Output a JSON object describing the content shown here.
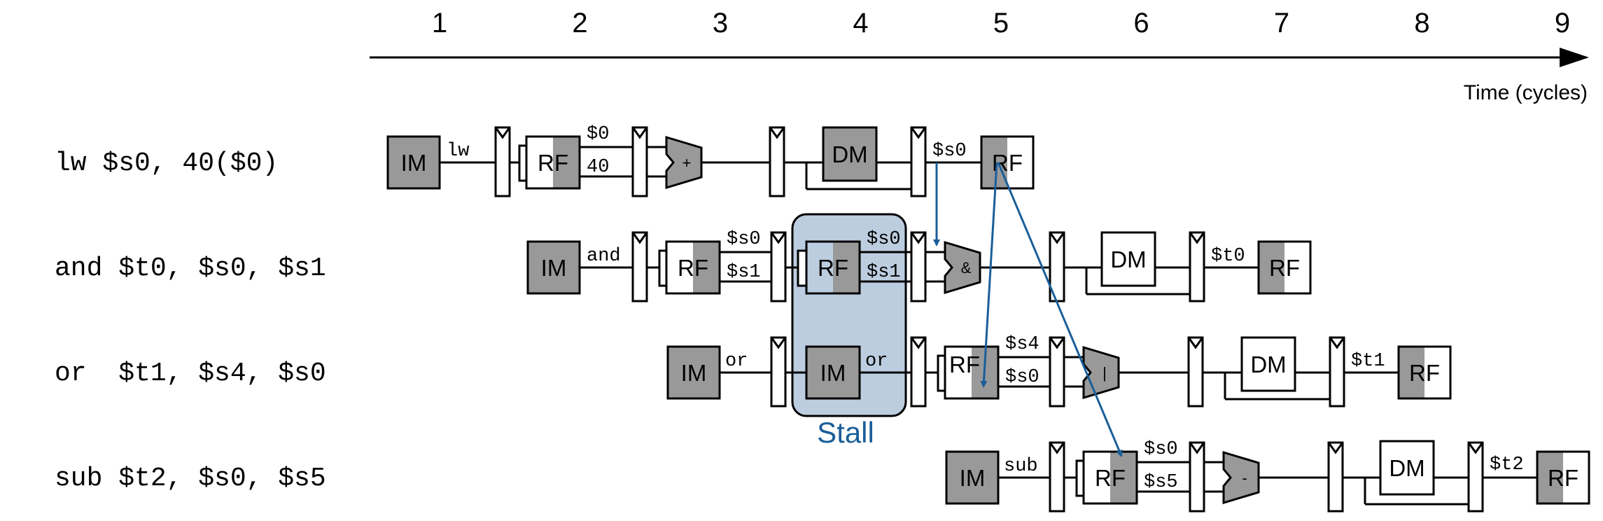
{
  "time_axis": {
    "label": "Time (cycles)",
    "cycles": [
      "1",
      "2",
      "3",
      "4",
      "5",
      "6",
      "7",
      "8",
      "9"
    ]
  },
  "instructions": [
    {
      "text": "lw $s0, 40($0)",
      "opcode": "lw",
      "reg_read": [
        "$0",
        "40"
      ],
      "alu_op": "+",
      "writeback": "$s0"
    },
    {
      "text": "and $t0, $s0, $s1",
      "opcode": "and",
      "reg_read": [
        "$s0",
        "$s1"
      ],
      "alu_op": "&",
      "writeback": "$t0"
    },
    {
      "text": "or  $t1, $s4, $s0",
      "opcode": "or",
      "reg_read": [
        "$s4",
        "$s0"
      ],
      "alu_op": "|",
      "writeback": "$t1"
    },
    {
      "text": "sub $t2, $s0, $s5",
      "opcode": "sub",
      "reg_read": [
        "$s0",
        "$s5"
      ],
      "alu_op": "-",
      "writeback": "$t2"
    }
  ],
  "stall_instructions": [
    {
      "row": 1,
      "reg_read": [
        "$s0",
        "$s1"
      ]
    },
    {
      "row": 2,
      "opcode": "or"
    }
  ],
  "blocks": {
    "imem": "IM",
    "regfile": "RF",
    "dmem": "DM"
  },
  "stall_label": "Stall",
  "colors": {
    "shade": "#999999",
    "stall_fill": "#bdcde0",
    "forward_arrow": "#1a5e99"
  }
}
